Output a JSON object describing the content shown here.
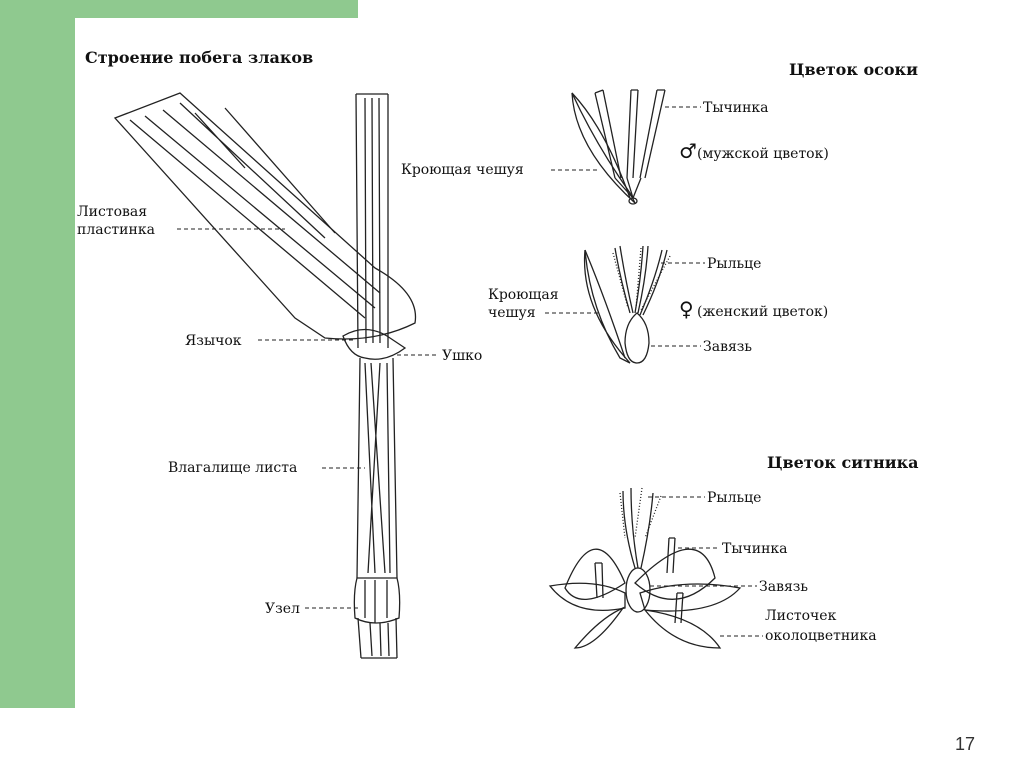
{
  "titles": {
    "grass": "Строение побега злаков",
    "sedge": "Цветок осоки",
    "rush": "Цветок ситника"
  },
  "grass_labels": {
    "blade_line1": "Листовая",
    "blade_line2": "пластинка",
    "ligule": "Язычок",
    "auricle": "Ушко",
    "sheath": "Влагалище листа",
    "node": "Узел"
  },
  "sedge_male": {
    "stamen": "Тычинка",
    "symbol": "♂",
    "caption": "(мужской цветок)",
    "scale": "Кроющая чешуя"
  },
  "sedge_female": {
    "stigma": "Рыльце",
    "symbol": "♀",
    "caption": "(женский цветок)",
    "scale_line1": "Кроющая",
    "scale_line2": "чешуя",
    "ovary": "Завязь"
  },
  "rush_labels": {
    "stigma": "Рыльце",
    "stamen": "Тычинка",
    "ovary": "Завязь",
    "tepal_line1": "Листочек",
    "tepal_line2": "околоцветника"
  },
  "slide": {
    "page_number": "17"
  },
  "colors": {
    "panel": "#8fc98f",
    "ink": "#222222"
  }
}
